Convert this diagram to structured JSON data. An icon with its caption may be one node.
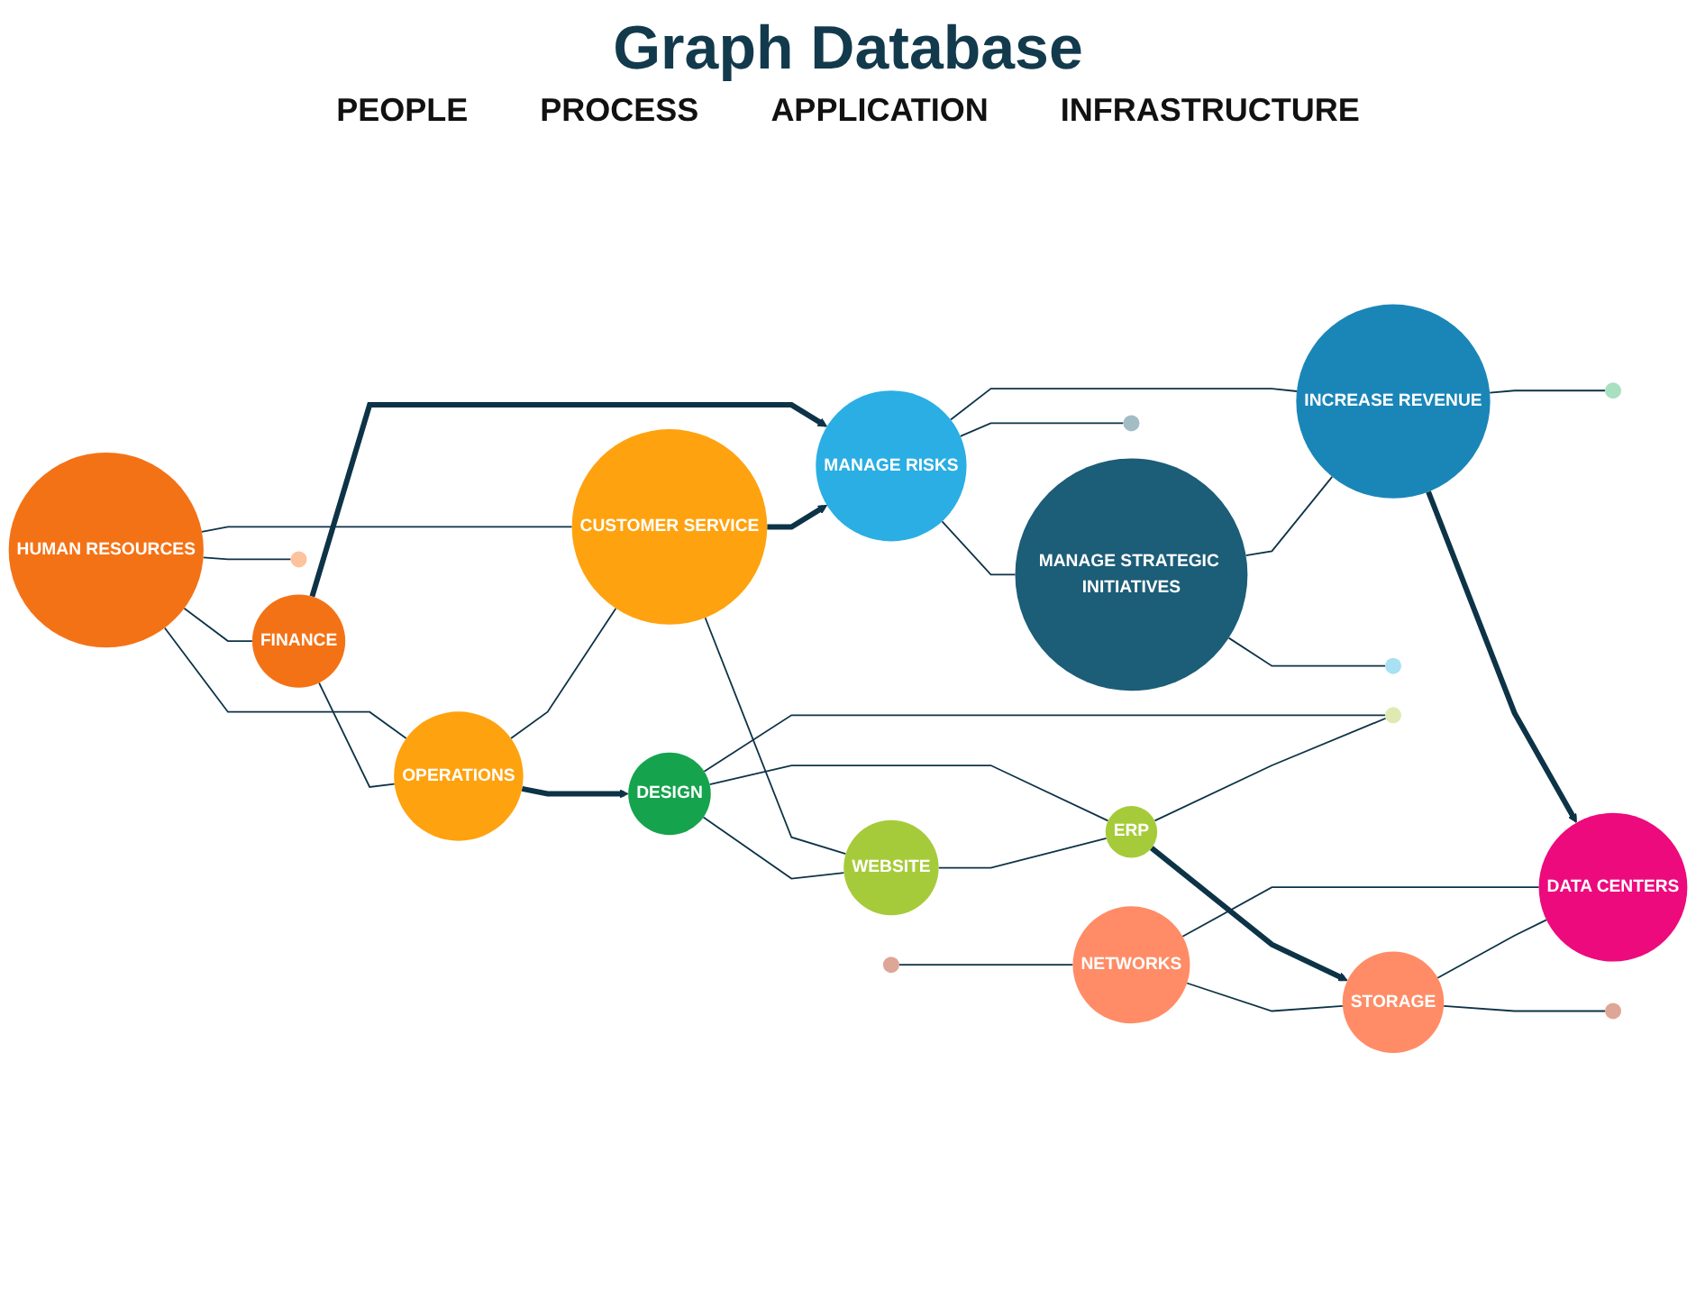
{
  "diagram": {
    "title": "Graph Database",
    "nodes": [
      {
        "text": [
          "HUMAN RESOURCES"
        ]
      },
      {
        "text": [
          "FINANCE"
        ]
      },
      {
        "text": [
          "OPERATIONS"
        ]
      },
      {
        "text": [
          "CUSTOMER SERVICE"
        ]
      },
      {
        "text": [],
        "shape": "circle"
      },
      {
        "text": [
          "MANAGE RISKS"
        ]
      },
      {
        "text": [
          "MANAGE STRATEGIC INITIATIVES"
        ]
      },
      {
        "text": [
          "INCREASE REVENUE"
        ]
      },
      {
        "text": [],
        "shape": "circle"
      },
      {
        "text": [],
        "shape": "circle"
      },
      {
        "text": [],
        "shape": "circle"
      },
      {
        "text": [
          "DESIGN"
        ]
      },
      {
        "text": [
          "WEBSITE"
        ]
      },
      {
        "text": [
          "ERP"
        ]
      },
      {
        "text": [],
        "shape": "circle"
      },
      {
        "text": [
          "NETWORKS"
        ]
      },
      {
        "text": [
          "DATA CENTERS"
        ]
      },
      {
        "text": [
          "STORAGE"
        ]
      },
      {
        "text": [],
        "shape": "circle"
      },
      {
        "text": [],
        "shape": "circle"
      }
    ],
    "edges": [
      {
        "from": 0,
        "to": 1,
        "arrow": "none"
      },
      {
        "from": 0,
        "to": 4,
        "arrow": "none"
      },
      {
        "from": 0,
        "to": 2,
        "arrow": "none"
      },
      {
        "from": 0,
        "to": 3,
        "arrow": "none"
      },
      {
        "from": 1,
        "to": 2,
        "arrow": "none"
      },
      {
        "from": 1,
        "to": 5,
        "arrow": "to",
        "style": "thick"
      },
      {
        "from": 2,
        "to": 3,
        "arrow": "none"
      },
      {
        "from": 3,
        "to": 5,
        "arrow": "to",
        "style": "thick"
      },
      {
        "from": 2,
        "to": 11,
        "arrow": "to",
        "style": "thick"
      },
      {
        "from": 3,
        "to": 12,
        "arrow": "none"
      },
      {
        "from": 5,
        "to": 8,
        "arrow": "none"
      },
      {
        "from": 5,
        "to": 6,
        "arrow": "none"
      },
      {
        "from": 6,
        "to": 9,
        "arrow": "none"
      },
      {
        "from": 5,
        "to": 7,
        "arrow": "none"
      },
      {
        "from": 6,
        "to": 7,
        "arrow": "none"
      },
      {
        "from": 7,
        "to": 10,
        "arrow": "none"
      },
      {
        "from": 7,
        "to": 16,
        "arrow": "to",
        "style": "thick"
      },
      {
        "from": 11,
        "to": 12,
        "arrow": "none"
      },
      {
        "from": 11,
        "to": 13,
        "arrow": "none"
      },
      {
        "from": 11,
        "to": 14,
        "arrow": "none"
      },
      {
        "from": 12,
        "to": 13,
        "arrow": "none"
      },
      {
        "from": 13,
        "to": 14,
        "arrow": "none"
      },
      {
        "from": 13,
        "to": 17,
        "arrow": "to",
        "style": "thick"
      },
      {
        "from": 18,
        "to": 15,
        "arrow": "none"
      },
      {
        "from": 15,
        "to": 16,
        "arrow": "none"
      },
      {
        "from": 15,
        "to": 17,
        "arrow": "none"
      },
      {
        "from": 17,
        "to": 16,
        "arrow": "none"
      },
      {
        "from": 17,
        "to": 19,
        "arrow": "none"
      }
    ],
    "labels": [
      "PEOPLE",
      "PROCESS",
      "APPLICATION",
      "INFRASTRUCTURE"
    ]
  }
}
